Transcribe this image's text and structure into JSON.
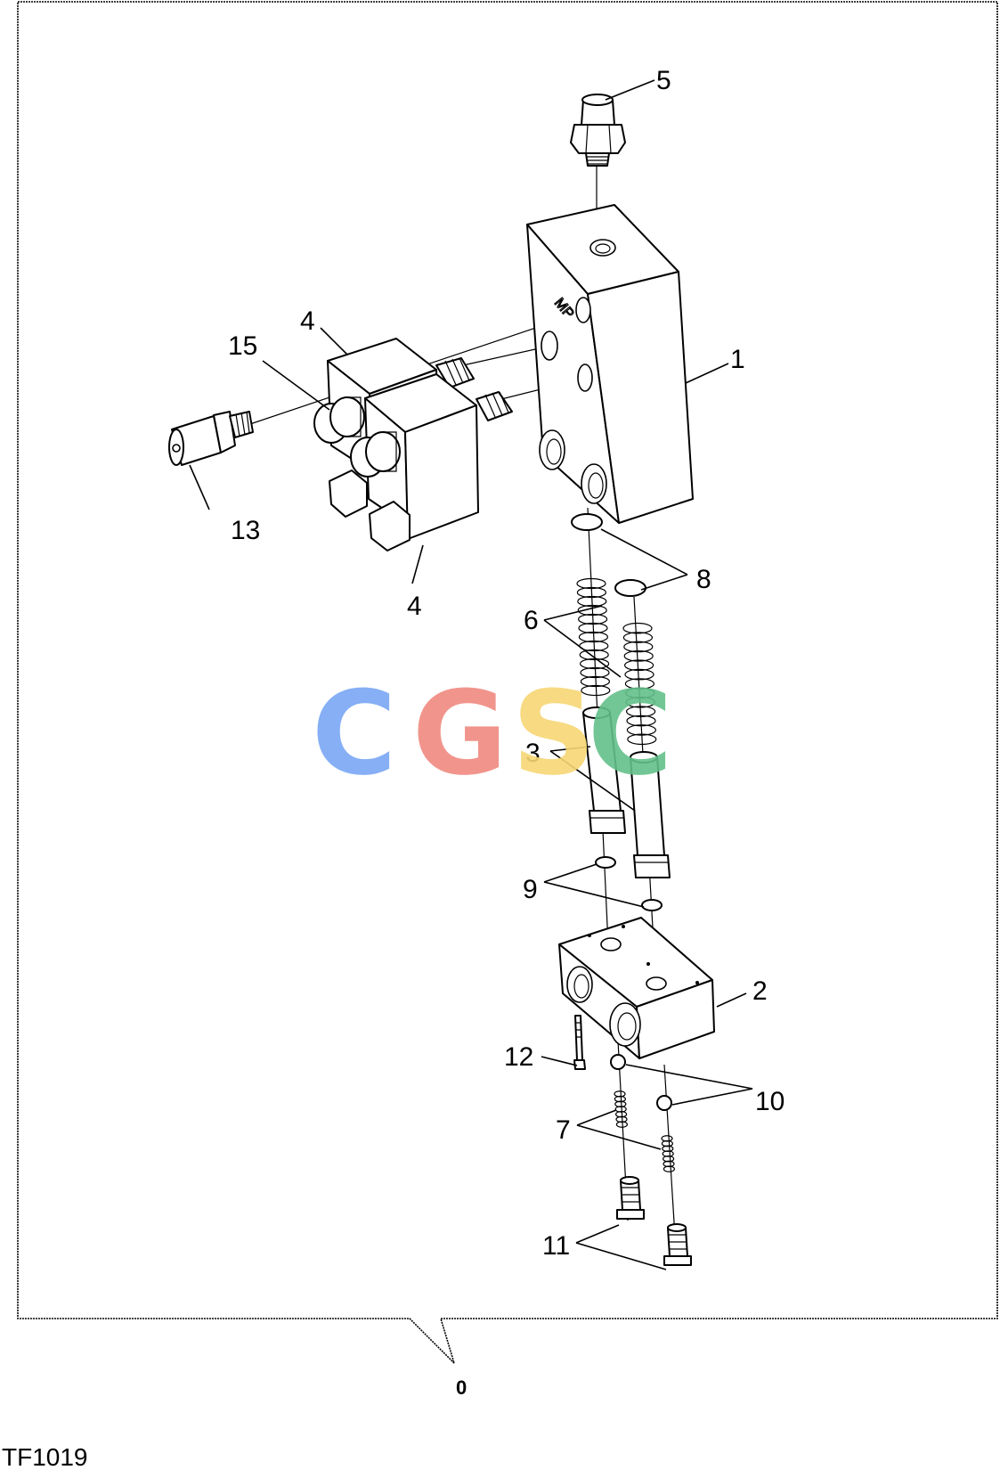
{
  "figure_id": "TF1019",
  "reference_marker": "0",
  "block_marking": "MP",
  "watermark": {
    "letters": [
      "C",
      "G",
      "S",
      "C"
    ],
    "colors": [
      "#7aa7f5",
      "#f08a80",
      "#f7d774",
      "#63c08a"
    ]
  },
  "callouts": {
    "c1": "1",
    "c2": "2",
    "c3": "3",
    "c4a": "4",
    "c4b": "4",
    "c5": "5",
    "c6": "6",
    "c7": "7",
    "c8": "8",
    "c9": "9",
    "c10": "10",
    "c11": "11",
    "c12": "12",
    "c13": "13",
    "c15": "15"
  }
}
